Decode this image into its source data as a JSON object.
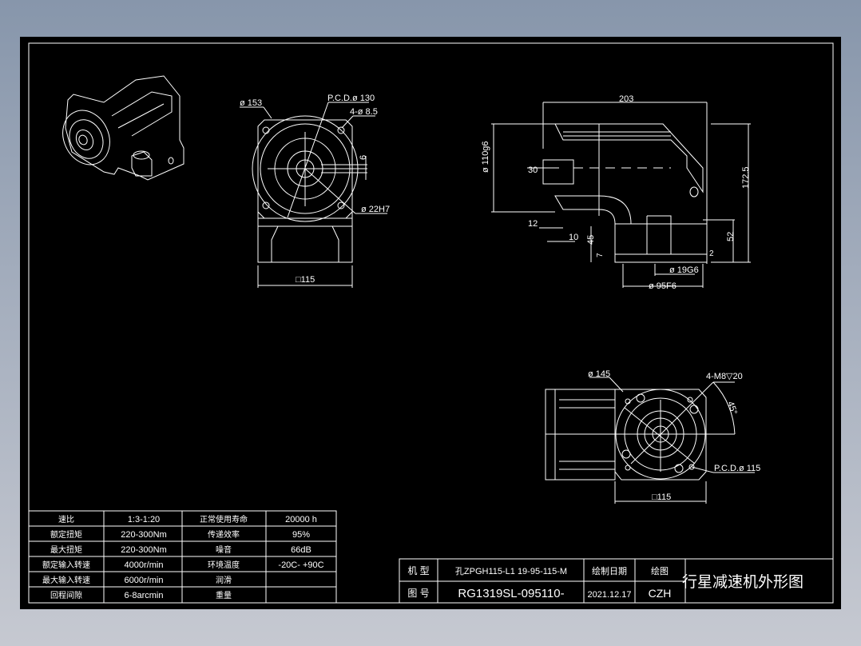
{
  "drawing": {
    "title": "行星减速机外形图",
    "colors": {
      "background_top": "#8796ab",
      "background_bottom": "#c6c9d1",
      "canvas": "#000000",
      "lines": "#ffffff"
    },
    "front_view": {
      "dims": {
        "outer_dia": "ø 153",
        "pcd": "P.C.D.ø 130",
        "holes": "4-ø 8.5",
        "key": "6",
        "bore": "ø 22H7",
        "square": "□115"
      }
    },
    "side_view": {
      "dims": {
        "length": "203",
        "flange_dia": "ø 110g6",
        "shaft_len": "30",
        "d12": "12",
        "d10": "10",
        "d45": "45",
        "d7": "7",
        "d52": "52",
        "height": "172.5",
        "d2": "2",
        "bore": "ø 19G6",
        "pilot": "ø 95F6"
      }
    },
    "bottom_view": {
      "dims": {
        "outer_dia": "ø 145",
        "holes": "4-M8▽20",
        "angle": "45°",
        "pcd": "P.C.D.ø 115",
        "square": "□115"
      }
    },
    "spec_table": {
      "rows": [
        {
          "k1": "速比",
          "v1": "1:3-1:20",
          "k2": "正常使用寿命",
          "v2": "20000 h"
        },
        {
          "k1": "额定扭矩",
          "v1": "220-300Nm",
          "k2": "传递效率",
          "v2": "95%"
        },
        {
          "k1": "最大扭矩",
          "v1": "220-300Nm",
          "k2": "噪音",
          "v2": "66dB"
        },
        {
          "k1": "额定输入转速",
          "v1": "4000r/min",
          "k2": "环境温度",
          "v2": "-20C- +90C"
        },
        {
          "k1": "最大输入转速",
          "v1": "6000r/min",
          "k2": "润滑",
          "v2": ""
        },
        {
          "k1": "回程间隙",
          "v1": "6-8arcmin",
          "k2": "重量",
          "v2": ""
        }
      ]
    },
    "title_block": {
      "model_label": "机 型",
      "model_value": "孔ZPGH115-L1 19-95-115-M",
      "drawing_no_label": "图 号",
      "drawing_no_value": "RG1319SL-095110-",
      "date_label": "绘制日期",
      "date_value": "2021.12.17",
      "drawn_label": "绘图",
      "drawn_value": "CZH",
      "title": "行星减速机外形图"
    }
  }
}
